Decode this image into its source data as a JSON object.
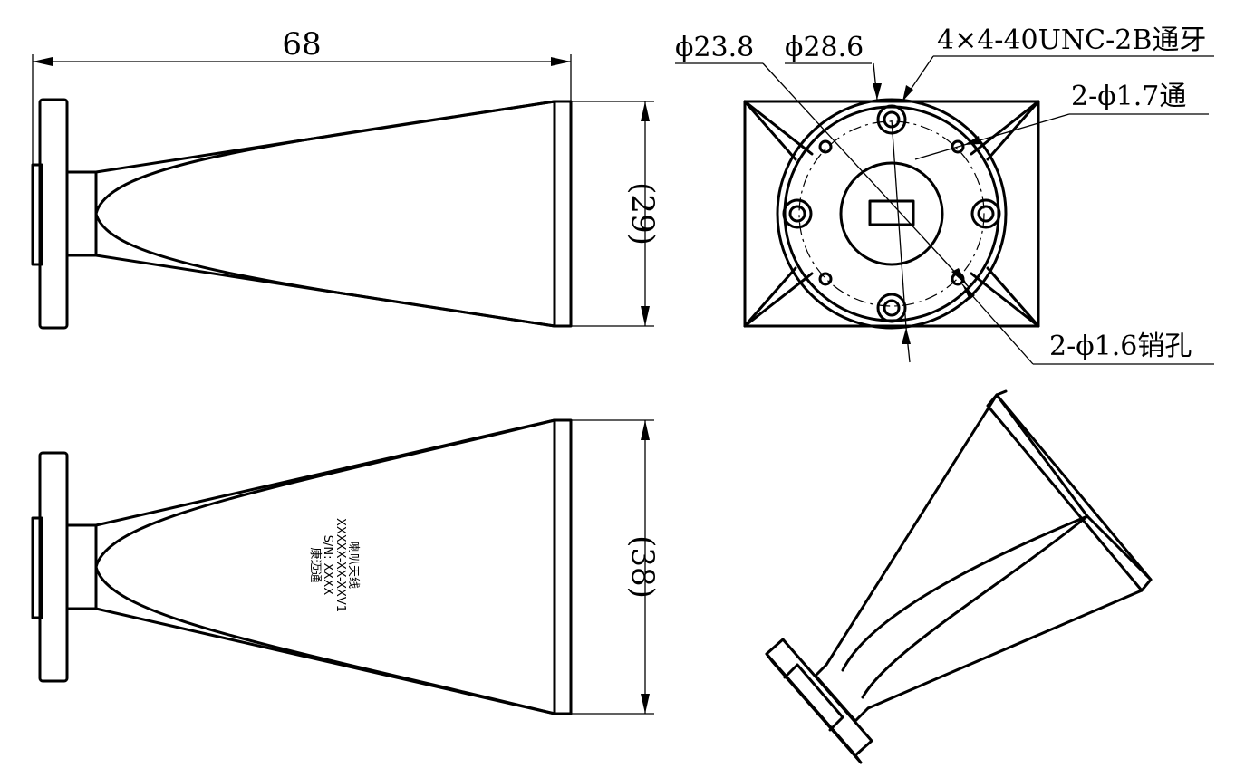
{
  "dimensions": {
    "length": "68",
    "height_side": "(29)",
    "height_top": "(38)"
  },
  "callouts": {
    "dia_inner": "ϕ23.8",
    "dia_outer": "ϕ28.6",
    "thread_holes": "4×4-40UNC-2B通牙",
    "through_holes": "2-ϕ1.7通",
    "pin_holes": "2-ϕ1.6销孔"
  },
  "label_plate": {
    "line1": "喇叭天线",
    "line2": "XXXXX-XX-XXV1",
    "line3": "S/N: XXXX",
    "line4": "康迈通"
  }
}
